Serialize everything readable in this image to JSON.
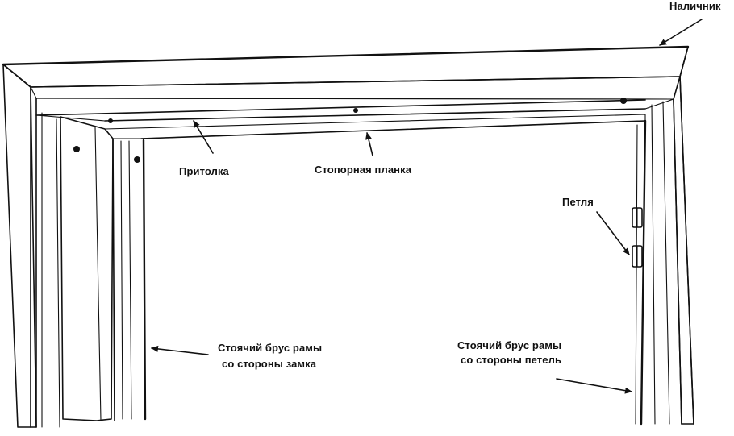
{
  "labels": {
    "casing": "Наличник",
    "head_jamb": "Притолка",
    "door_stop": "Стопорная планка",
    "hinge": "Петля",
    "latch_jamb_line1": "Стоячий брус рамы",
    "latch_jamb_line2": "со стороны замка",
    "hinge_jamb_line1": "Стоячий брус рамы",
    "hinge_jamb_line2": "со стороны петель"
  },
  "colors": {
    "ink": "#111111",
    "paper": "#ffffff"
  }
}
